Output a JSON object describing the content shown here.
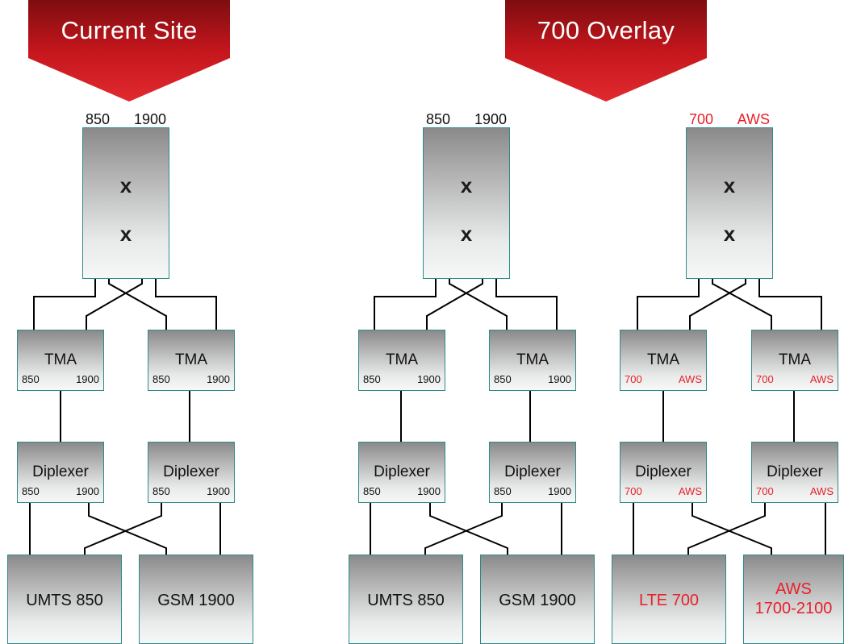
{
  "banners": [
    {
      "title": "Current Site"
    },
    {
      "title": "700 Overlay"
    }
  ],
  "columns": [
    {
      "antenna_bands": [
        "850",
        "1900"
      ],
      "antenna_marks": [
        "x",
        "x"
      ],
      "tma_left": {
        "title": "TMA",
        "ports": [
          "850",
          "1900"
        ]
      },
      "tma_right": {
        "title": "TMA",
        "ports": [
          "850",
          "1900"
        ]
      },
      "diplexer_left": {
        "title": "Diplexer",
        "ports": [
          "850",
          "1900"
        ]
      },
      "diplexer_right": {
        "title": "Diplexer",
        "ports": [
          "850",
          "1900"
        ]
      },
      "radio_left": {
        "line1": "UMTS 850",
        "line2": ""
      },
      "radio_right": {
        "line1": "GSM 1900",
        "line2": ""
      },
      "highlight": false
    },
    {
      "antenna_bands": [
        "850",
        "1900"
      ],
      "antenna_marks": [
        "x",
        "x"
      ],
      "tma_left": {
        "title": "TMA",
        "ports": [
          "850",
          "1900"
        ]
      },
      "tma_right": {
        "title": "TMA",
        "ports": [
          "850",
          "1900"
        ]
      },
      "diplexer_left": {
        "title": "Diplexer",
        "ports": [
          "850",
          "1900"
        ]
      },
      "diplexer_right": {
        "title": "Diplexer",
        "ports": [
          "850",
          "1900"
        ]
      },
      "radio_left": {
        "line1": "UMTS 850",
        "line2": ""
      },
      "radio_right": {
        "line1": "GSM 1900",
        "line2": ""
      },
      "highlight": false
    },
    {
      "antenna_bands": [
        "700",
        "AWS"
      ],
      "antenna_marks": [
        "x",
        "x"
      ],
      "tma_left": {
        "title": "TMA",
        "ports": [
          "700",
          "AWS"
        ]
      },
      "tma_right": {
        "title": "TMA",
        "ports": [
          "700",
          "AWS"
        ]
      },
      "diplexer_left": {
        "title": "Diplexer",
        "ports": [
          "700",
          "AWS"
        ]
      },
      "diplexer_right": {
        "title": "Diplexer",
        "ports": [
          "700",
          "AWS"
        ]
      },
      "radio_left": {
        "line1": "LTE 700",
        "line2": ""
      },
      "radio_right": {
        "line1": "AWS",
        "line2": "1700-2100"
      },
      "highlight": true
    }
  ],
  "colors": {
    "banner_red": "#c4161c",
    "highlight_red": "#e8202a",
    "box_border": "#2e8a8a",
    "wire": "#000000"
  }
}
